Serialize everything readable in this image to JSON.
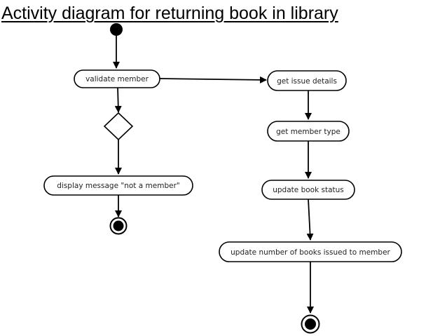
{
  "title": "Activity diagram for returning book in library",
  "activities": {
    "validate_member": "validate member",
    "display_message": "display message \"not a member\"",
    "get_issue_details": "get issue details",
    "get_member_type": "get member type",
    "update_book_status": "update book status",
    "update_books_issued": "update number of books issued to member"
  },
  "nodes": [
    {
      "id": "start",
      "kind": "initial"
    },
    {
      "id": "validate_member",
      "kind": "activity"
    },
    {
      "id": "decision",
      "kind": "decision"
    },
    {
      "id": "display_message",
      "kind": "activity"
    },
    {
      "id": "end_left",
      "kind": "final"
    },
    {
      "id": "get_issue_details",
      "kind": "activity"
    },
    {
      "id": "get_member_type",
      "kind": "activity"
    },
    {
      "id": "update_book_status",
      "kind": "activity"
    },
    {
      "id": "update_books_issued",
      "kind": "activity"
    },
    {
      "id": "end_right",
      "kind": "final"
    }
  ],
  "edges": [
    {
      "from": "start",
      "to": "validate_member"
    },
    {
      "from": "validate_member",
      "to": "decision"
    },
    {
      "from": "decision",
      "to": "display_message"
    },
    {
      "from": "display_message",
      "to": "end_left"
    },
    {
      "from": "validate_member",
      "to": "get_issue_details"
    },
    {
      "from": "get_issue_details",
      "to": "get_member_type"
    },
    {
      "from": "get_member_type",
      "to": "update_book_status"
    },
    {
      "from": "update_book_status",
      "to": "update_books_issued"
    },
    {
      "from": "update_books_issued",
      "to": "end_right"
    }
  ]
}
